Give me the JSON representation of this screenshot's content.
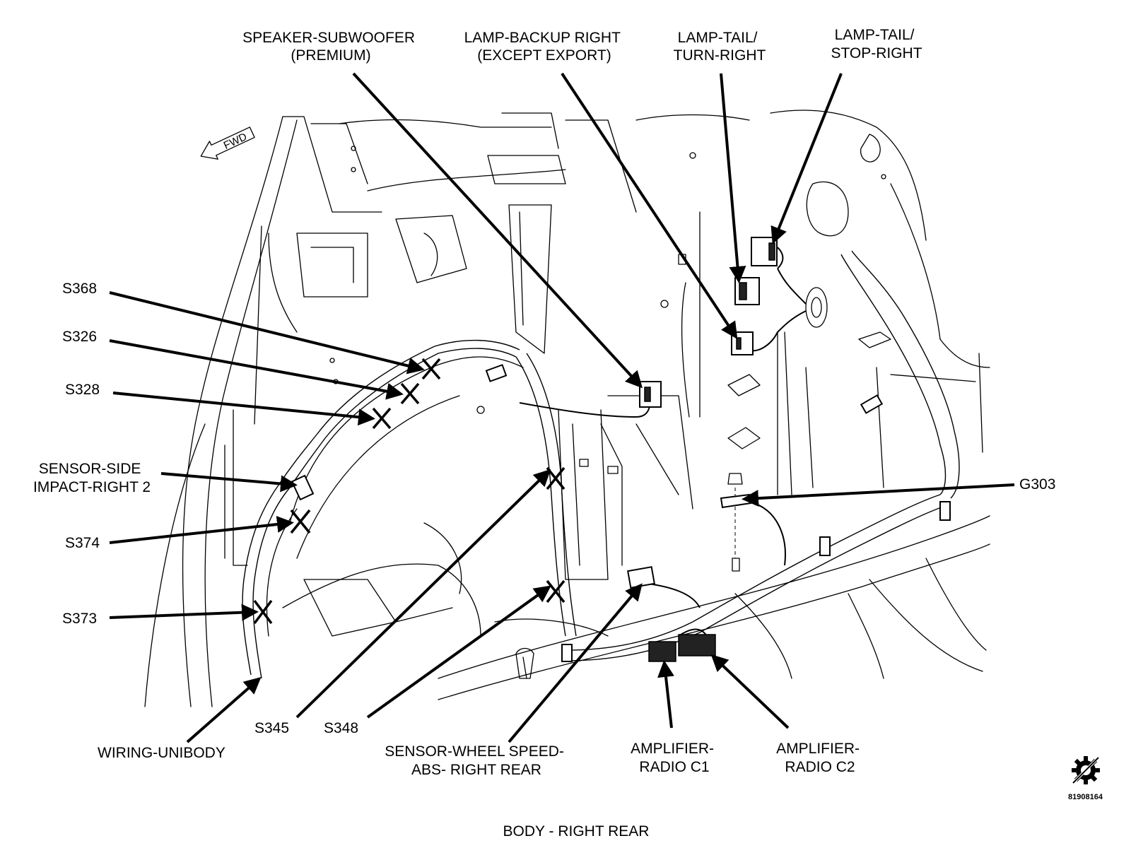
{
  "diagram_title": "BODY - RIGHT REAR",
  "figure_id": "81908164",
  "direction_indicator": "FWD",
  "labels": {
    "speaker_subwoofer": [
      "SPEAKER-SUBWOOFER",
      "(PREMIUM)"
    ],
    "lamp_backup_right": [
      "LAMP-BACKUP RIGHT",
      "(EXCEPT EXPORT)"
    ],
    "lamp_tail_turn_right": [
      "LAMP-TAIL/",
      "TURN-RIGHT"
    ],
    "lamp_tail_stop_right": [
      "LAMP-TAIL/",
      "STOP-RIGHT"
    ],
    "s368": "S368",
    "s326": "S326",
    "s328": "S328",
    "sensor_side_impact": [
      "SENSOR-SIDE",
      "IMPACT-RIGHT 2"
    ],
    "s374": "S374",
    "s373": "S373",
    "g303": "G303",
    "wiring_unibody": "WIRING-UNIBODY",
    "s345": "S345",
    "s348": "S348",
    "sensor_wheel_speed": [
      "SENSOR-WHEEL SPEED-",
      "ABS- RIGHT REAR"
    ],
    "amplifier_radio_c1": [
      "AMPLIFIER-",
      "RADIO C1"
    ],
    "amplifier_radio_c2": [
      "AMPLIFIER-",
      "RADIO C2"
    ]
  },
  "icons": {
    "service_logo": "gear-wrench-icon",
    "forward_arrow": "arrow-left-icon"
  }
}
